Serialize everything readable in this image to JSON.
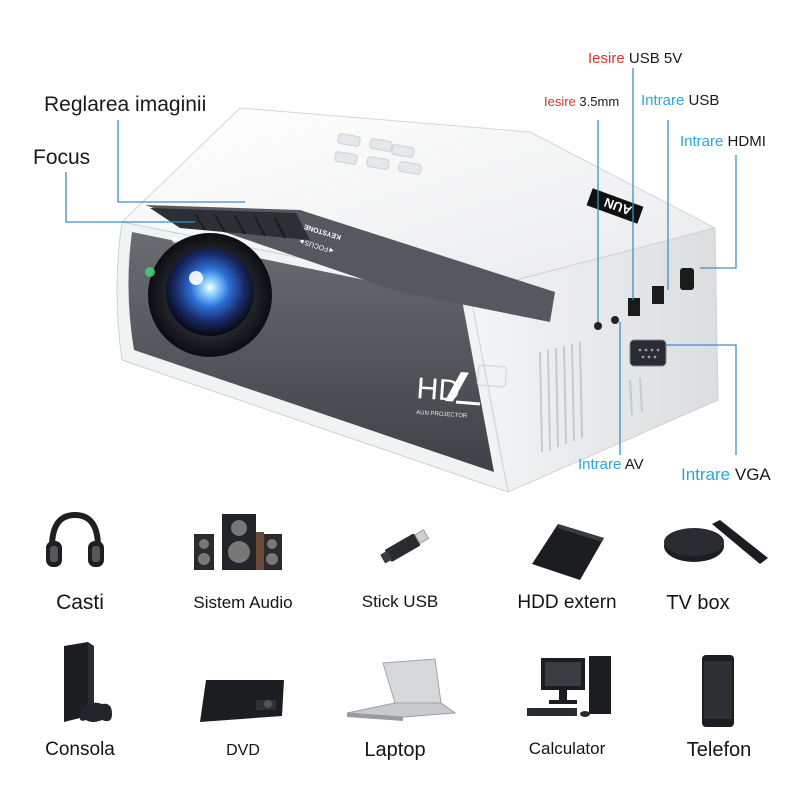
{
  "colors": {
    "accent_red": "#d9342b",
    "accent_blue": "#2aa5d8",
    "device_dark": "#1f1f22",
    "projector_panel": "#5b5d63"
  },
  "projector": {
    "brand_logo": "HD",
    "brand_sub": "AUN PROJECTOR",
    "top_badge": "AUN",
    "panel_text_1": "KEYSTONE",
    "panel_text_2": "◄FOCUS►"
  },
  "callouts": {
    "image_adjust": "Reglarea imaginii",
    "focus": "Focus",
    "usb5v": {
      "prefix": "Iesire",
      "suffix": "USB 5V"
    },
    "audio": {
      "prefix": "Iesire",
      "suffix": "3.5mm"
    },
    "usb_in": {
      "prefix": "Intrare",
      "suffix": "USB"
    },
    "hdmi": {
      "prefix": "Intrare",
      "suffix": "HDMI"
    },
    "av": {
      "prefix": "Intrare",
      "suffix": "AV"
    },
    "vga": {
      "prefix": "Intrare",
      "suffix": "VGA"
    }
  },
  "devices": [
    {
      "label": "Casti",
      "icon": "headphones-icon"
    },
    {
      "label": "Sistem Audio",
      "icon": "speaker-system-icon"
    },
    {
      "label": "Stick USB",
      "icon": "usb-stick-icon"
    },
    {
      "label": "HDD extern",
      "icon": "external-hdd-icon"
    },
    {
      "label": "TV box",
      "icon": "tv-box-icon"
    },
    {
      "label": "Consola",
      "icon": "game-console-icon"
    },
    {
      "label": "DVD",
      "icon": "dvd-player-icon"
    },
    {
      "label": "Laptop",
      "icon": "laptop-icon"
    },
    {
      "label": "Calculator",
      "icon": "desktop-computer-icon"
    },
    {
      "label": "Telefon",
      "icon": "smartphone-icon"
    }
  ]
}
